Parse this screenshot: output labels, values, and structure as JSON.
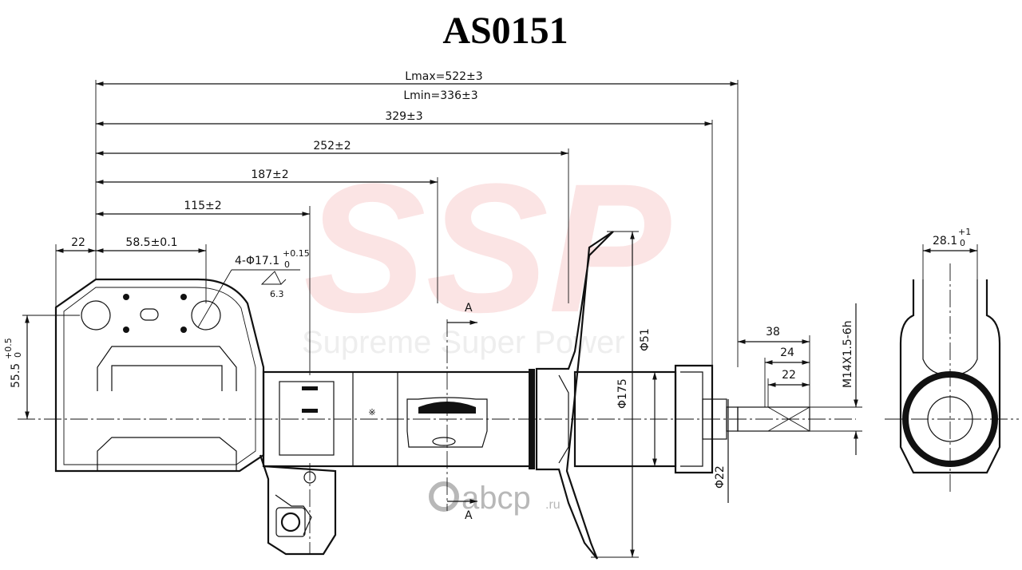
{
  "title": "AS0151",
  "watermark": {
    "logo": "SSP",
    "tagline": "Supreme Super Power",
    "site": "abcp",
    "site_tld": ".ru",
    "logo_color": "#f7cccc"
  },
  "dimensions": {
    "lmax": "Lmax=522±3",
    "lmin": "Lmin=336±3",
    "d329": "329±3",
    "d252": "252±2",
    "d187": "187±2",
    "d115": "115±2",
    "d22_left": "22",
    "d58": "58.5±0.1",
    "holes_prefix": "4-Φ17.1",
    "holes_tol_upper": "+0.15",
    "holes_tol_lower": "0",
    "roughness": "6.3",
    "height_base": "55.5",
    "height_tol_upper": "+0.5",
    "height_tol_lower": "0",
    "d38": "38",
    "d24": "24",
    "d22_right": "22",
    "thread": "M14X1.5-6h",
    "dia51": "Φ51",
    "dia175": "Φ175",
    "dia22": "Φ22",
    "width_base": "28.1",
    "width_tol_upper": "+1",
    "width_tol_lower": "0",
    "section_top": "A",
    "section_bottom": "A"
  }
}
